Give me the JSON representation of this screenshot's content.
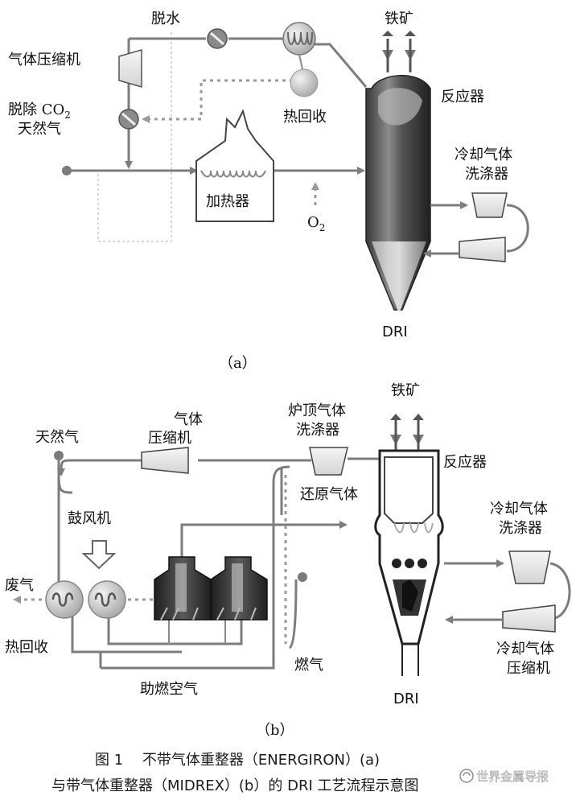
{
  "panel_a": {
    "label": "（a）",
    "dewater": "脱水",
    "iron_ore": "铁矿",
    "gas_compressor": "气体压缩机",
    "co2_removal": "脱除 CO",
    "co2_sub": "2",
    "natural_gas": "天然气",
    "heat_recovery": "热回收",
    "reactor": "反应器",
    "cooling_scrubber_l1": "冷却气体",
    "cooling_scrubber_l2": "洗涤器",
    "heater": "加热器",
    "oxygen": "O",
    "oxygen_sub": "2",
    "dri": "DRI"
  },
  "panel_b": {
    "label": "（b）",
    "iron_ore": "铁矿",
    "natural_gas": "天然气",
    "gas_compressor_l1": "气体",
    "gas_compressor_l2": "压缩机",
    "top_scrubber_l1": "炉顶气体",
    "top_scrubber_l2": "洗涤器",
    "reactor": "反应器",
    "reducing_gas": "还原气体",
    "blower": "鼓风机",
    "cooling_scrubber_l1": "冷却气体",
    "cooling_scrubber_l2": "洗涤器",
    "exhaust": "废气",
    "heat_recovery": "热回收",
    "cooling_compressor_l1": "冷却气体",
    "cooling_compressor_l2": "压缩机",
    "fuel_gas": "燃气",
    "combustion_air": "助燃空气",
    "dri": "DRI"
  },
  "caption": {
    "line1": "图 1　 不带气体重整器（ENERGIRON）(a)",
    "line2": "与带气体重整器（MIDREX）(b）的 DRI 工艺流程示意图"
  },
  "watermark": "世界金属导报",
  "colors": {
    "flow_line": "#7d7d7d",
    "reactor_dark": "#2b2b2b",
    "unit_light": "#e8e8e8"
  }
}
